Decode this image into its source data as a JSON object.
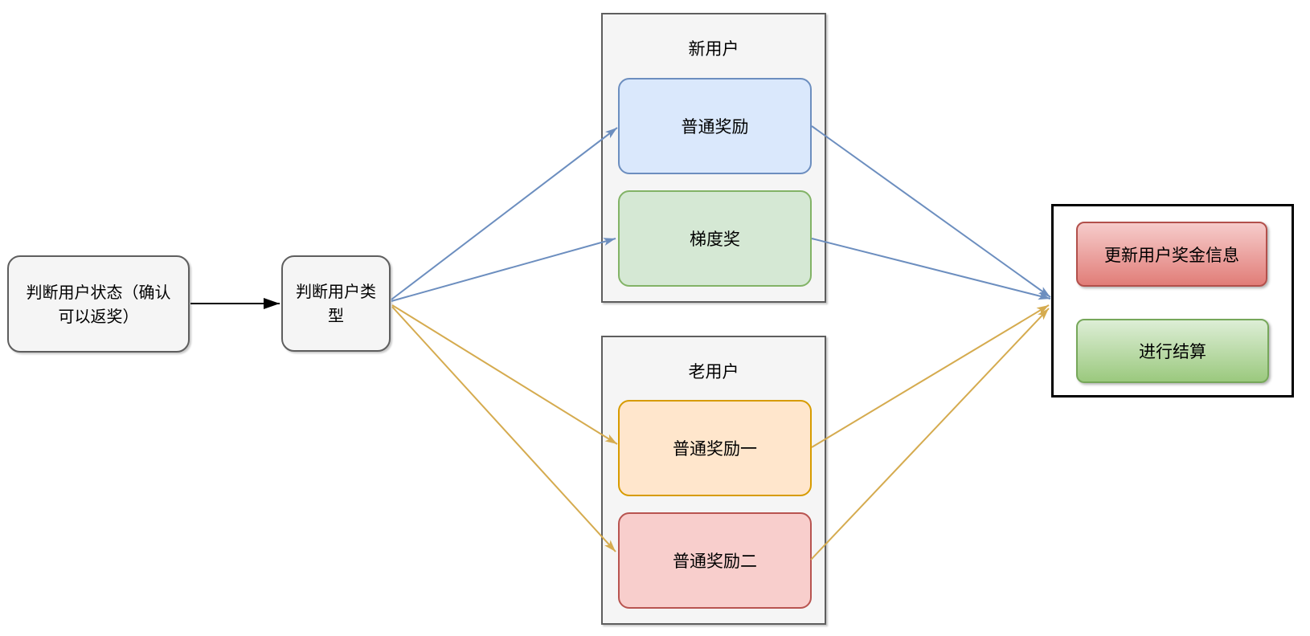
{
  "diagram": {
    "nodes": {
      "judge_status": {
        "label": "判断用户状态（确认可以返奖）"
      },
      "judge_type": {
        "label": "判断用户类型"
      },
      "new_normal": {
        "label": "普通奖励"
      },
      "new_gradient": {
        "label": "梯度奖"
      },
      "old_normal_1": {
        "label": "普通奖励一"
      },
      "old_normal_2": {
        "label": "普通奖励二"
      },
      "update_bonus": {
        "label": "更新用户奖金信息"
      },
      "settle": {
        "label": "进行结算"
      }
    },
    "groups": {
      "new_user": {
        "title": "新用户"
      },
      "old_user": {
        "title": "老用户"
      },
      "result": {
        "title": ""
      }
    },
    "edges": [
      {
        "from": "judge_status",
        "to": "judge_type",
        "color": "black"
      },
      {
        "from": "judge_type",
        "to": "new_normal",
        "color": "blue"
      },
      {
        "from": "judge_type",
        "to": "new_gradient",
        "color": "blue"
      },
      {
        "from": "judge_type",
        "to": "old_normal_1",
        "color": "yellow"
      },
      {
        "from": "judge_type",
        "to": "old_normal_2",
        "color": "yellow"
      },
      {
        "from": "new_normal",
        "to": "result",
        "color": "blue"
      },
      {
        "from": "new_gradient",
        "to": "result",
        "color": "blue"
      },
      {
        "from": "old_normal_1",
        "to": "result",
        "color": "yellow"
      },
      {
        "from": "old_normal_2",
        "to": "result",
        "color": "yellow"
      }
    ],
    "colors": {
      "node_gray_fill": "#f5f5f5",
      "node_gray_stroke": "#5e5e5e",
      "blue_fill": "#dae8fc",
      "blue_stroke": "#6c8ebf",
      "green_fill": "#d5e8d4",
      "green_stroke": "#82b366",
      "orange_fill": "#ffe6cc",
      "orange_stroke": "#d79b00",
      "pink_fill": "#f8cecc",
      "pink_stroke": "#b85450",
      "result_red_top": "#f6cccb",
      "result_red_bottom": "#e17d78",
      "result_red_stroke": "#b2504b",
      "result_green_top": "#ddeed6",
      "result_green_bottom": "#9bc97e",
      "result_green_stroke": "#76a75a",
      "arrow_black": "#000000",
      "arrow_blue": "#6c8ebf",
      "arrow_yellow": "#d5ab4f",
      "result_border": "#000000",
      "background": "#ffffff"
    }
  }
}
